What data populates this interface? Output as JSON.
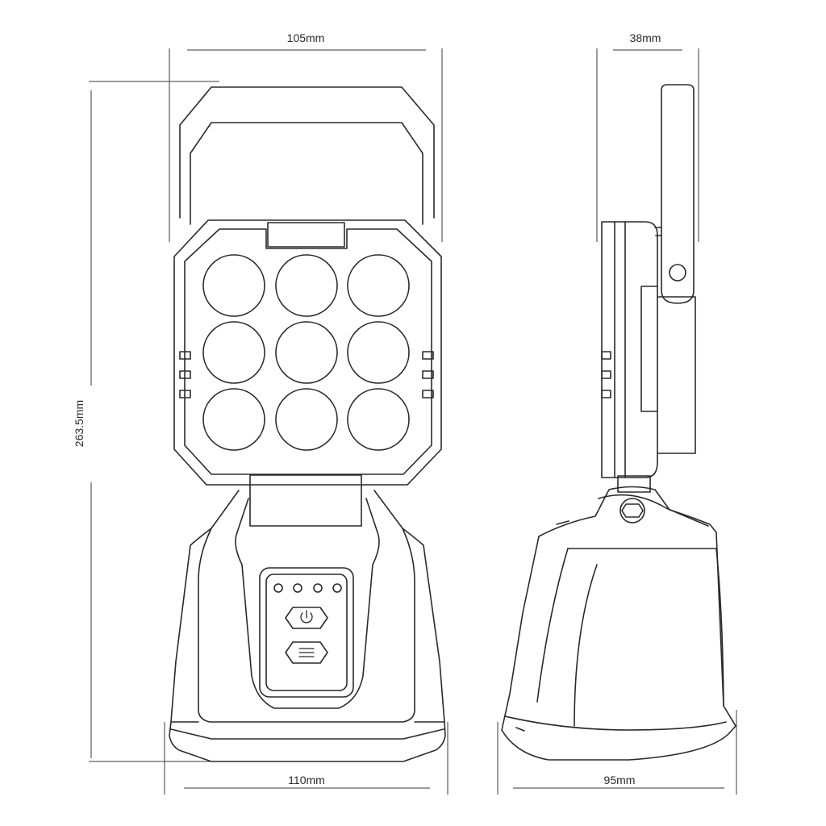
{
  "dimensions": {
    "front_width_top": "105mm",
    "front_width_bottom": "110mm",
    "height": "263.5mm",
    "side_depth_top": "38mm",
    "side_depth_bottom": "95mm"
  },
  "front_view": {
    "led_count": 9,
    "indicator_count": 4,
    "buttons": [
      "power-icon",
      "menu-icon"
    ]
  },
  "colors": {
    "line": "#2a2a2a",
    "background": "#ffffff"
  }
}
